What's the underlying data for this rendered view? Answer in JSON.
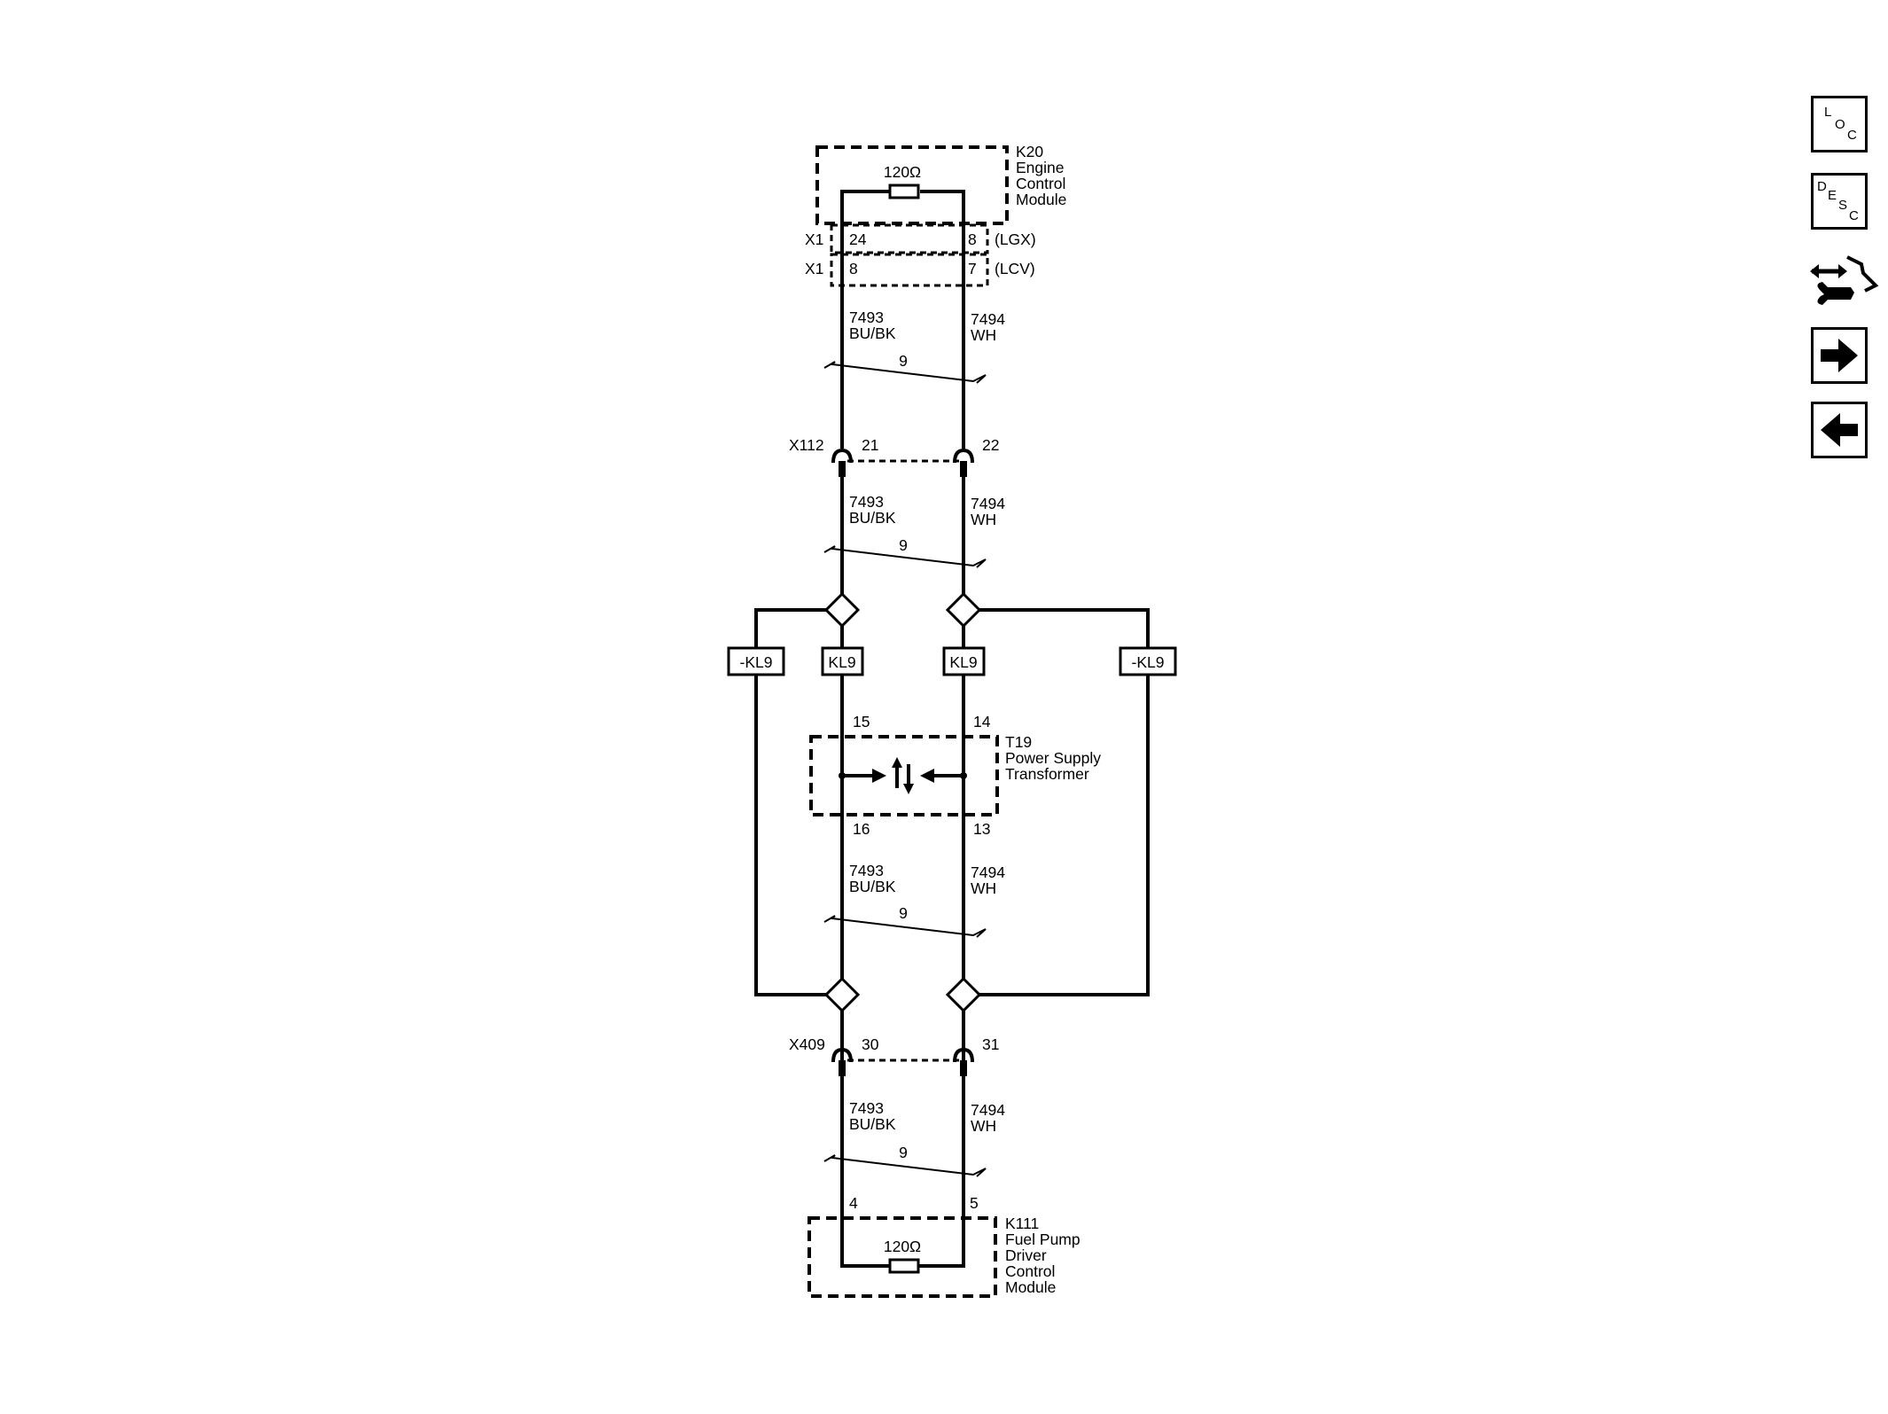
{
  "ecm": {
    "resistor": "120Ω",
    "ref": "K20",
    "name_lines": [
      "Engine",
      "Control",
      "Module"
    ],
    "conn_lgx": {
      "label": "X1",
      "pin_left": "24",
      "pin_right": "8",
      "variant": "(LGX)"
    },
    "conn_lcv": {
      "label": "X1",
      "pin_left": "8",
      "pin_right": "7",
      "variant": "(LCV)"
    }
  },
  "circuits": {
    "left": {
      "number": "7493",
      "color": "BU/BK"
    },
    "right": {
      "number": "7494",
      "color": "WH"
    },
    "twist": "9"
  },
  "x112": {
    "label": "X112",
    "pin_left": "21",
    "pin_right": "22"
  },
  "option_tags": {
    "outer_left": "-KL9",
    "inner_left": "KL9",
    "inner_right": "KL9",
    "outer_right": "-KL9"
  },
  "transformer": {
    "ref": "T19",
    "name_lines": [
      "Power Supply",
      "Transformer"
    ],
    "pin_top_left": "15",
    "pin_top_right": "14",
    "pin_bottom_left": "16",
    "pin_bottom_right": "13"
  },
  "x409": {
    "label": "X409",
    "pin_left": "30",
    "pin_right": "31"
  },
  "fpdcm": {
    "pin_left": "4",
    "pin_right": "5",
    "resistor": "120Ω",
    "ref": "K111",
    "name_lines": [
      "Fuel Pump",
      "Driver",
      "Control",
      "Module"
    ]
  },
  "nav": {
    "loc": [
      "L",
      "O",
      "C"
    ],
    "desc": [
      "D",
      "E",
      "S",
      "C"
    ],
    "icons": [
      "service-procedure-icon",
      "next-arrow-icon",
      "previous-arrow-icon"
    ]
  }
}
